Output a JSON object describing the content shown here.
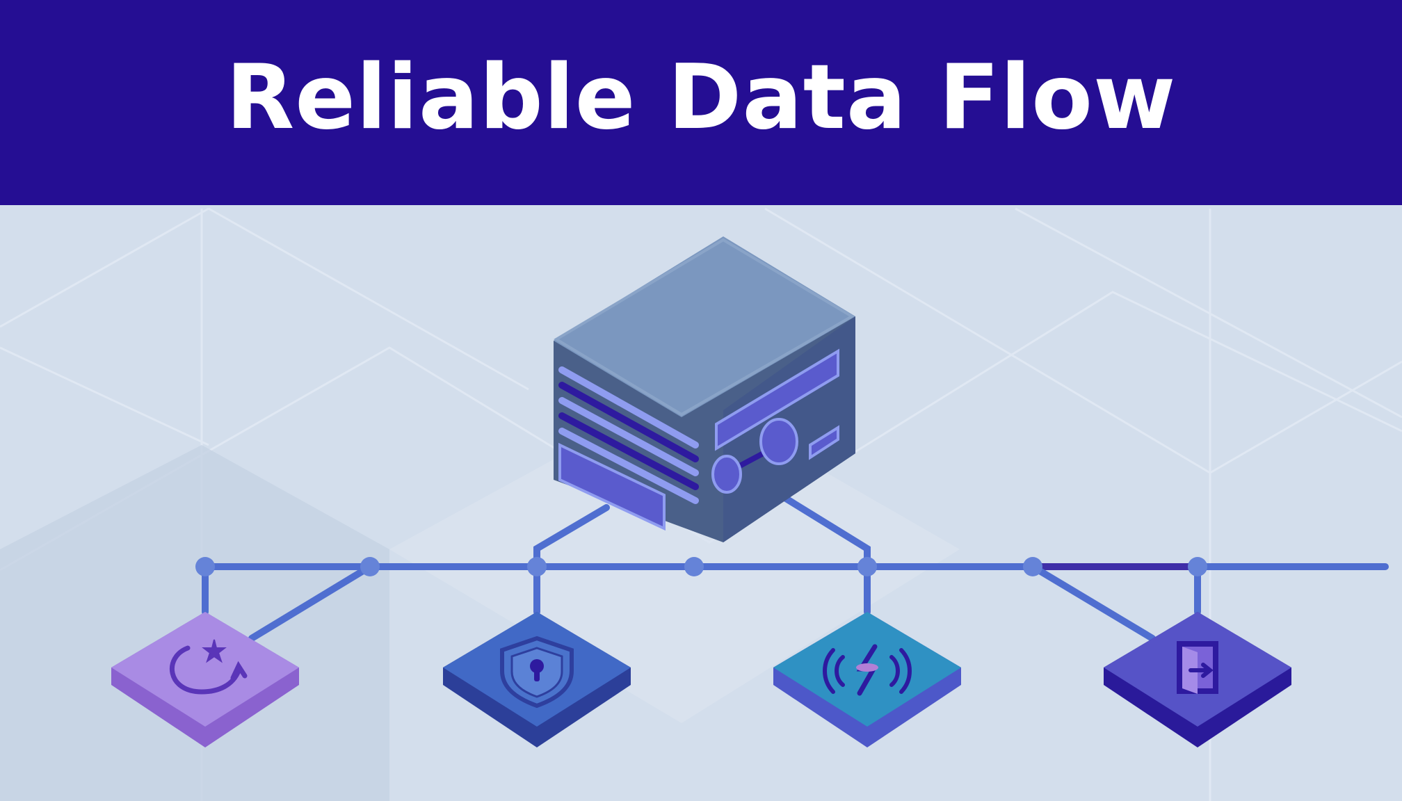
{
  "title": "Reliable Data Flow",
  "colors": {
    "banner": "#250e93",
    "background": "#d3deec",
    "server_top": "#7b97bf",
    "server_body": "#4a6089",
    "server_accent": "#5a5bcd",
    "connector_line": "#4f6ed0",
    "node_purple": "#a98be4",
    "node_blue": "#4169c6",
    "node_teal": "#2f91c3",
    "node_indigo": "#5653c7"
  },
  "nodes": [
    {
      "id": "node-refresh",
      "icon": "refresh-star-icon",
      "color": "#a98be4"
    },
    {
      "id": "node-security",
      "icon": "shield-lock-icon",
      "color": "#4169c6"
    },
    {
      "id": "node-signal",
      "icon": "lightning-signal-icon",
      "color": "#2f91c3"
    },
    {
      "id": "node-transfer",
      "icon": "door-exit-arrow-icon",
      "color": "#5653c7"
    }
  ],
  "hub": {
    "icon": "database-server-icon"
  }
}
